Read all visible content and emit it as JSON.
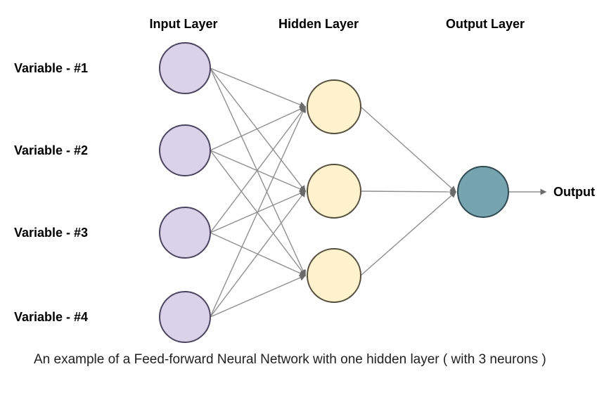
{
  "diagram": {
    "caption": "An example of a Feed-forward Neural Network with one hidden layer ( with 3 neurons )",
    "output_label": "Output"
  },
  "layers": [
    {
      "title": "Input Layer",
      "node_count": 4,
      "fill": "#d9d2e9",
      "stroke": "#4b4560"
    },
    {
      "title": "Hidden Layer",
      "node_count": 3,
      "fill": "#fff2cc",
      "stroke": "#54503e"
    },
    {
      "title": "Output Layer",
      "node_count": 1,
      "fill": "#76a5af",
      "stroke": "#2f4a52"
    }
  ],
  "variables": [
    "Variable - #1",
    "Variable - #2",
    "Variable - #3",
    "Variable - #4"
  ],
  "edges": {
    "connectivity": "fully-connected",
    "color": "#8f8f8f",
    "arrow_color": "#6b6b6b"
  }
}
